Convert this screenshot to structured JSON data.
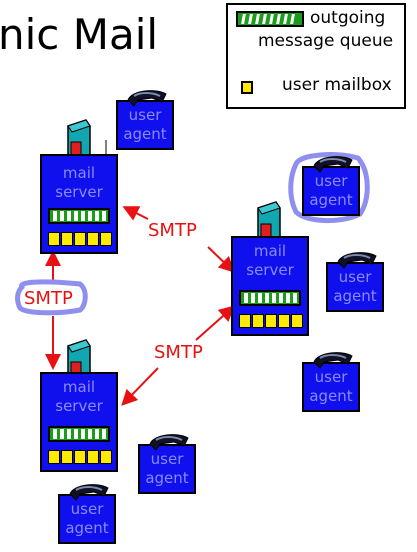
{
  "title": "nic Mail",
  "legend": {
    "queue_label_1": "outgoing",
    "queue_label_2": "message queue",
    "mailbox_label": "user mailbox"
  },
  "server_label": [
    "mail",
    "server"
  ],
  "agent_label": [
    "user",
    "agent"
  ],
  "smtp_label": "SMTP",
  "colors": {
    "server_fill": "#1010ee",
    "queue_fill": "#1a9e1a",
    "mailbox_fill": "#ffea00",
    "smtp_color": "#e81010",
    "highlight": "#8f8ff0"
  }
}
